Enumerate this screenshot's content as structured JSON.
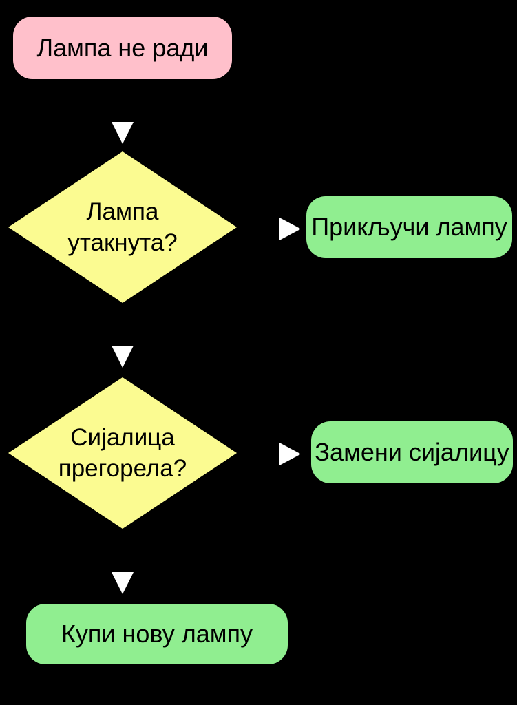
{
  "colors": {
    "background": "#000000",
    "start_fill": "#FFC0CB",
    "decision_fill": "#FBFB91",
    "action_fill": "#90EE90",
    "text": "#000000",
    "arrow": "#FFFFFF"
  },
  "nodes": {
    "start": {
      "label": "Лампа не ради"
    },
    "decision1": {
      "label": "Лампа\nутакнута?"
    },
    "action1": {
      "label": "Прикључи лампу"
    },
    "decision2": {
      "label": "Сијалица\nпрегорела?"
    },
    "action2": {
      "label": "Замени сијалицу"
    },
    "action3": {
      "label": "Купи нову лампу"
    }
  }
}
